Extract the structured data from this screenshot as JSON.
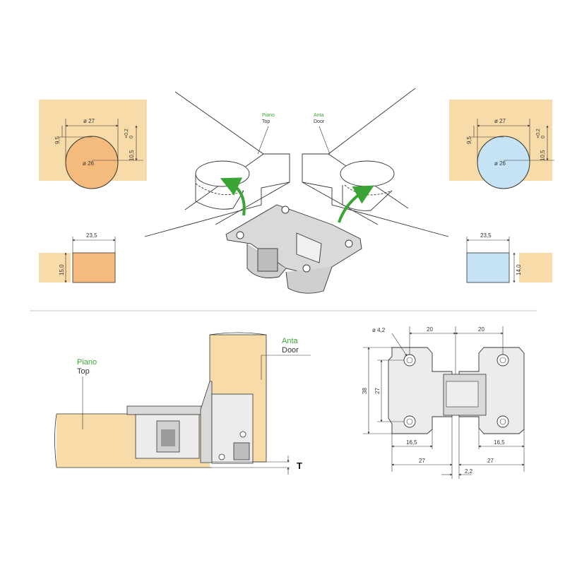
{
  "colors": {
    "wood": "#f7dba8",
    "wood_dark": "#e9c98f",
    "orange": "#f5bb7c",
    "light_blue": "#c5e3f4",
    "metal": "#d9d9d9",
    "green": "#3aa535",
    "line": "#333333"
  },
  "top_view": {
    "top_label_it": "Piano",
    "top_label_en": "Top",
    "door_label_it": "Anta",
    "door_label_en": "Door"
  },
  "left_panel": {
    "hole_width": "ø 27",
    "hole_diameter": "ø 26",
    "height_dim": "9,5",
    "depth_dim": "10,5",
    "tol_plus": "+0,2",
    "tol_zero": "0",
    "width_dim": "23,5",
    "thickness_dim": "15,0"
  },
  "right_panel": {
    "hole_width": "ø 27",
    "hole_diameter": "ø 26",
    "height_dim": "9,5",
    "depth_dim": "10,5",
    "tol_plus": "+0,2",
    "tol_zero": "0",
    "width_dim": "23,5",
    "thickness_dim": "14,0"
  },
  "side_view": {
    "top_label_it": "Piano",
    "top_label_en": "Top",
    "door_label_it": "Anta",
    "door_label_en": "Door",
    "gap_label": "T"
  },
  "front_view": {
    "hole_dim": "ø 4,2",
    "half_width_left": "20",
    "half_width_right": "20",
    "height": "38",
    "inner_height": "27",
    "left_inner": "16,5",
    "right_inner": "16,5",
    "left_total": "27",
    "right_total": "27",
    "gap": "2,2"
  }
}
